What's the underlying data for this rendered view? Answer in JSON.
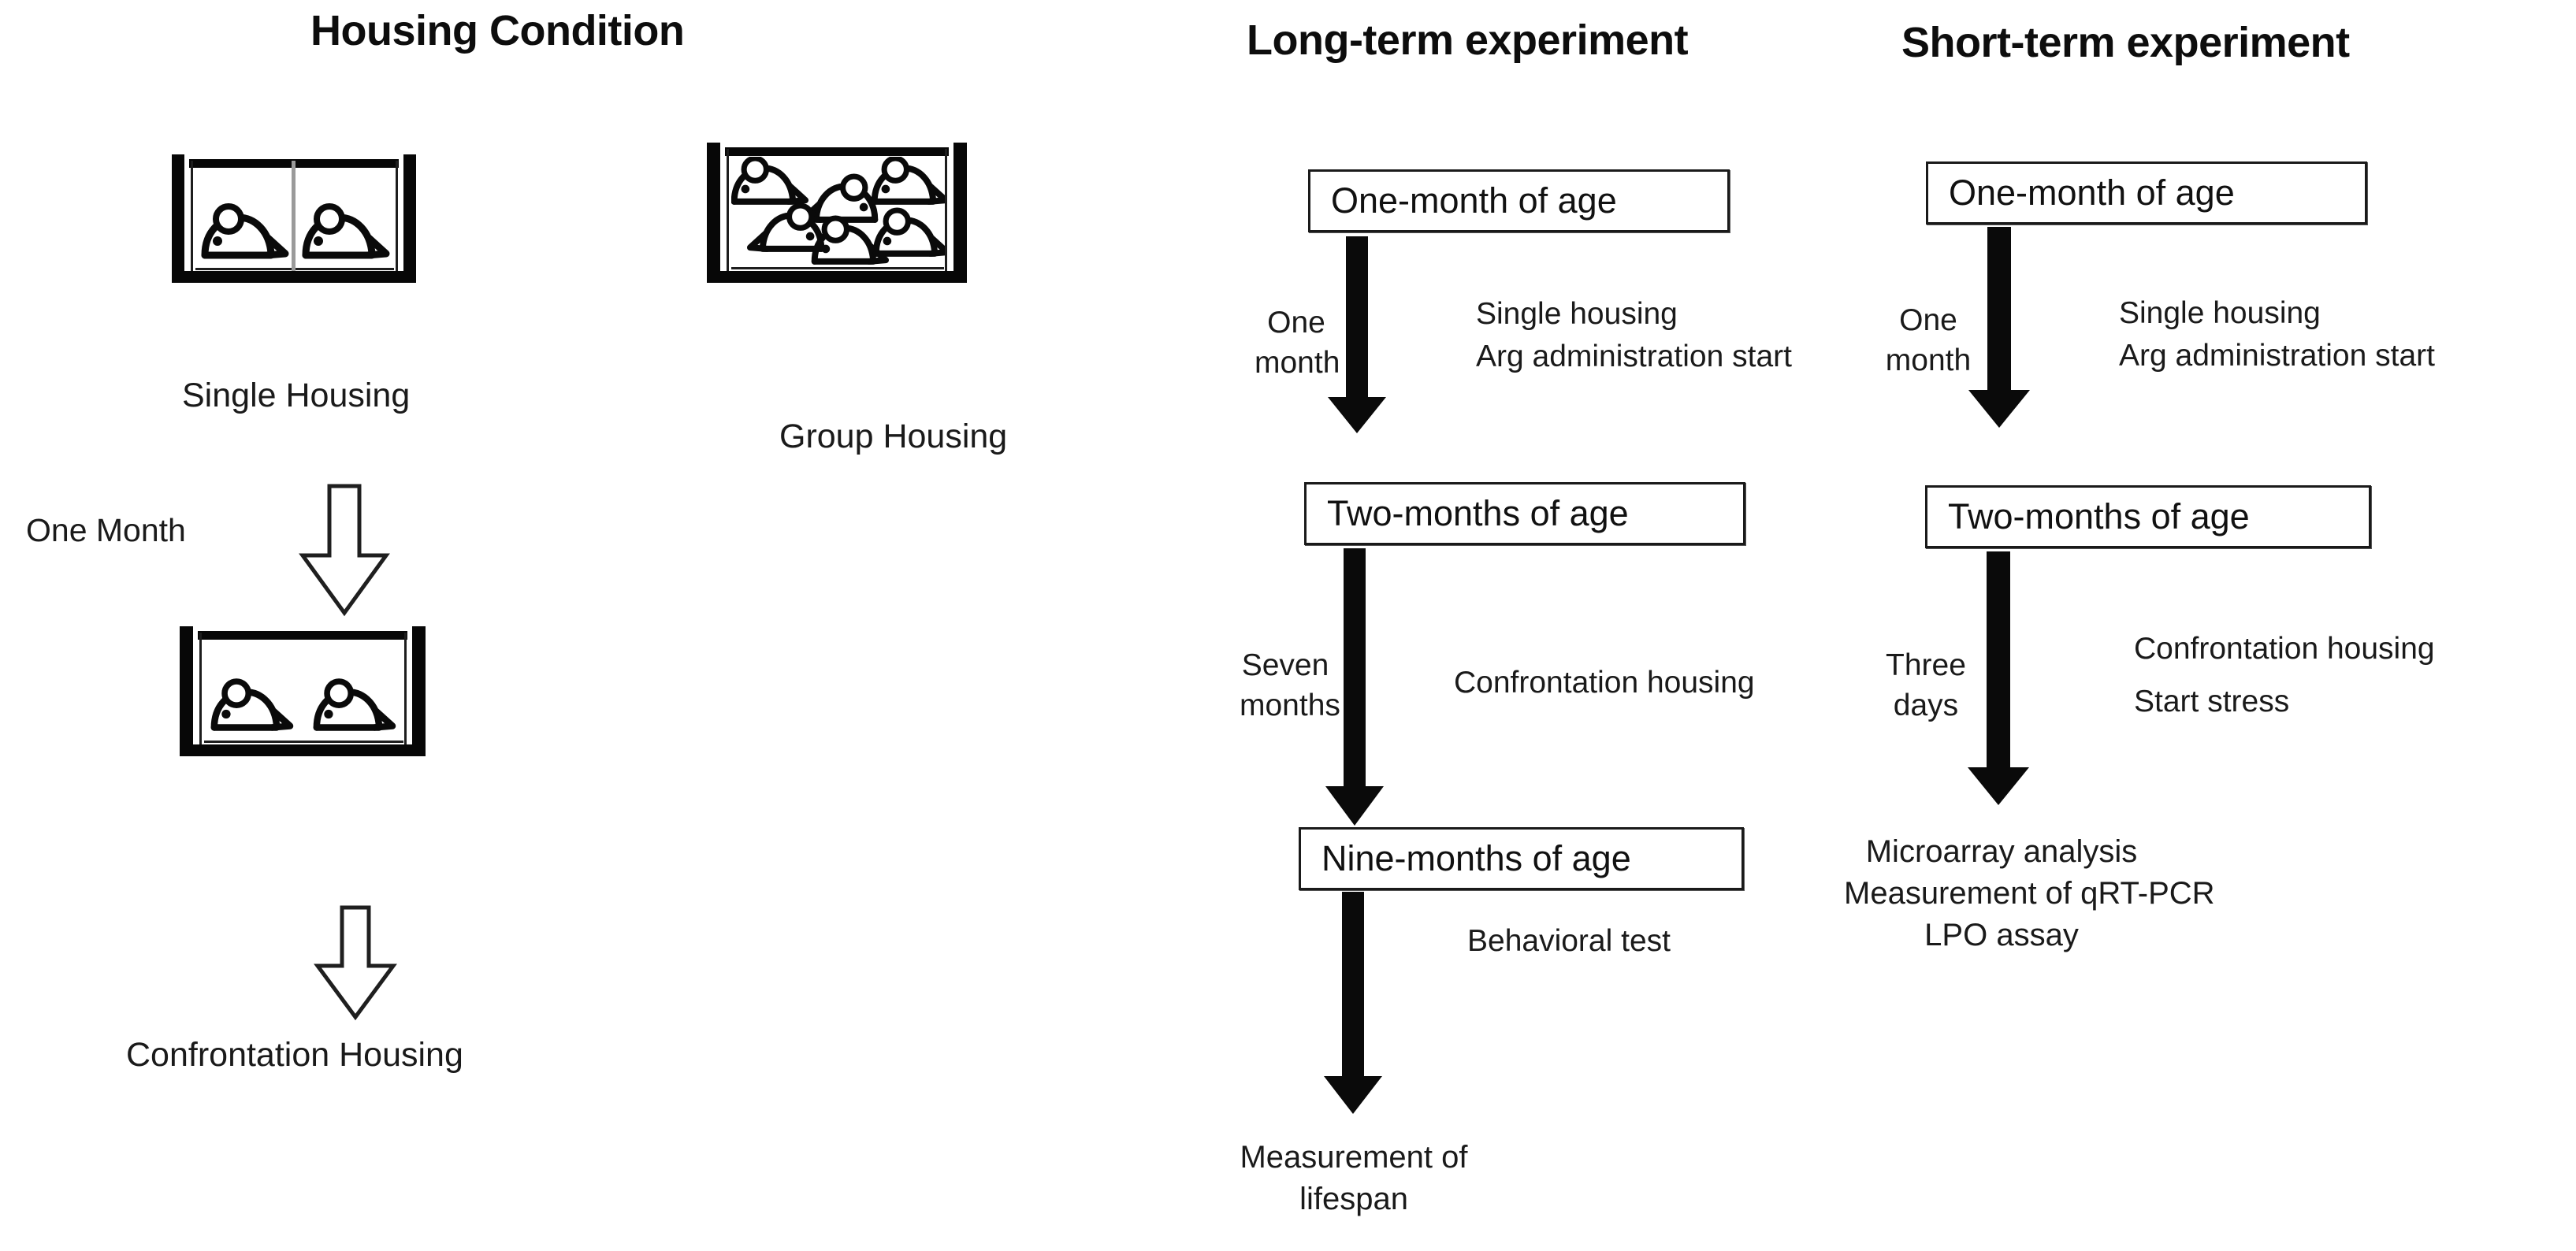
{
  "figure": {
    "columns": [
      {
        "id": "housing-condition",
        "title": "Housing Condition"
      },
      {
        "id": "long-term",
        "title": "Long-term experiment"
      },
      {
        "id": "short-term",
        "title": "Short-term experiment"
      }
    ]
  },
  "housing": {
    "title": "Housing Condition",
    "single_cage_label": "Single Housing",
    "group_cage_label": "Group Housing",
    "transition_label": "One Month",
    "confrontation_label": "Confrontation Housing",
    "single_cage_mice": 2,
    "group_cage_mice": 6,
    "confrontation_cage_mice": 2,
    "divider_color": "#9a9a9a",
    "cage_color": "#070707"
  },
  "long_term": {
    "title": "Long-term experiment",
    "steps": [
      {
        "box": "One-month of age"
      },
      {
        "box": "Two-months of age"
      },
      {
        "box": "Nine-months of age"
      }
    ],
    "transitions": [
      {
        "duration": [
          "One",
          "month"
        ],
        "notes": [
          "Single housing",
          "Arg administration start"
        ]
      },
      {
        "duration": [
          "Seven",
          "months"
        ],
        "notes": [
          "Confrontation housing"
        ]
      },
      {
        "duration": [],
        "notes": [
          "Behavioral test"
        ]
      }
    ],
    "outcome": [
      "Measurement of",
      "lifespan"
    ]
  },
  "short_term": {
    "title": "Short-term experiment",
    "steps": [
      {
        "box": "One-month of age"
      },
      {
        "box": "Two-months of age"
      }
    ],
    "transitions": [
      {
        "duration": [
          "One",
          "month"
        ],
        "notes": [
          "Single housing",
          "Arg administration start"
        ]
      },
      {
        "duration": [
          "Three",
          "days"
        ],
        "notes": [
          "Confrontation housing",
          "Start stress"
        ]
      }
    ],
    "outcome": [
      "Microarray analysis",
      "Measurement of qRT-PCR",
      "LPO assay"
    ]
  }
}
